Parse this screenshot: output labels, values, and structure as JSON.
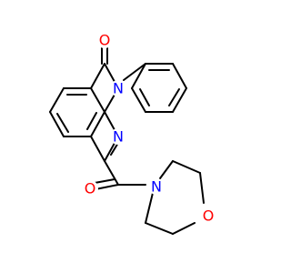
{
  "molecule": {
    "atoms": {
      "O_carbonyl_top": {
        "symbol": "O",
        "color": "#ff0000"
      },
      "N2": {
        "symbol": "N",
        "color": "#0000ff"
      },
      "N3": {
        "symbol": "N",
        "color": "#0000ff"
      },
      "O_amide": {
        "symbol": "O",
        "color": "#ff0000"
      },
      "N_morpholine": {
        "symbol": "N",
        "color": "#0000ff"
      },
      "O_morpholine": {
        "symbol": "O",
        "color": "#ff0000"
      }
    },
    "bond_color": "#000000"
  }
}
